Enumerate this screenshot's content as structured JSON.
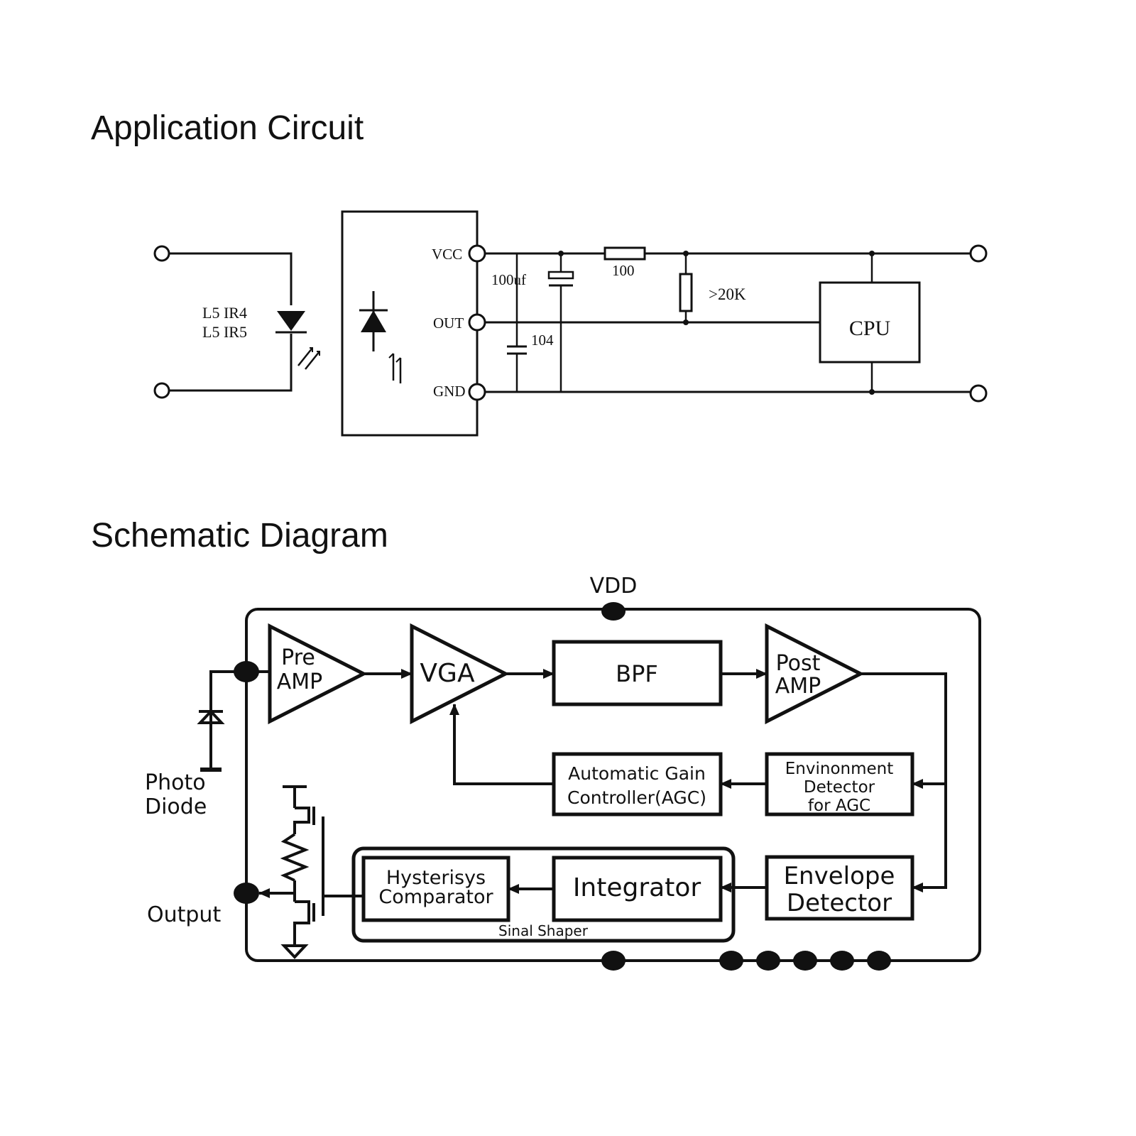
{
  "titles": {
    "application": "Application Circuit",
    "schematic": "Schematic Diagram"
  },
  "application_circuit": {
    "led_label_1": "L5  IR4",
    "led_label_2": "L5  IR5",
    "pin_vcc": "VCC",
    "pin_out": "OUT",
    "pin_gnd": "GND",
    "cap_electrolytic": "100uf",
    "cap_ceramic": "104",
    "resistor_series": "100",
    "resistor_pullup": ">20K",
    "cpu": "CPU"
  },
  "schematic_diagram": {
    "vdd": "VDD",
    "pre_amp_1": "Pre",
    "pre_amp_2": "AMP",
    "vga": "VGA",
    "bpf": "BPF",
    "post_amp_1": "Post",
    "post_amp_2": "AMP",
    "agc_1": "Automatic Gain",
    "agc_2": "Controller(AGC)",
    "env_agc_1": "Envinonment",
    "env_agc_2": "Detector",
    "env_agc_3": "for AGC",
    "envelope_1": "Envelope",
    "envelope_2": "Detector",
    "integrator": "Integrator",
    "hyst_1": "Hysterisys",
    "hyst_2": "Comparator",
    "sinal_shaper": "Sinal Shaper",
    "photo_1": "Photo",
    "photo_2": "Diode",
    "output": "Output"
  }
}
